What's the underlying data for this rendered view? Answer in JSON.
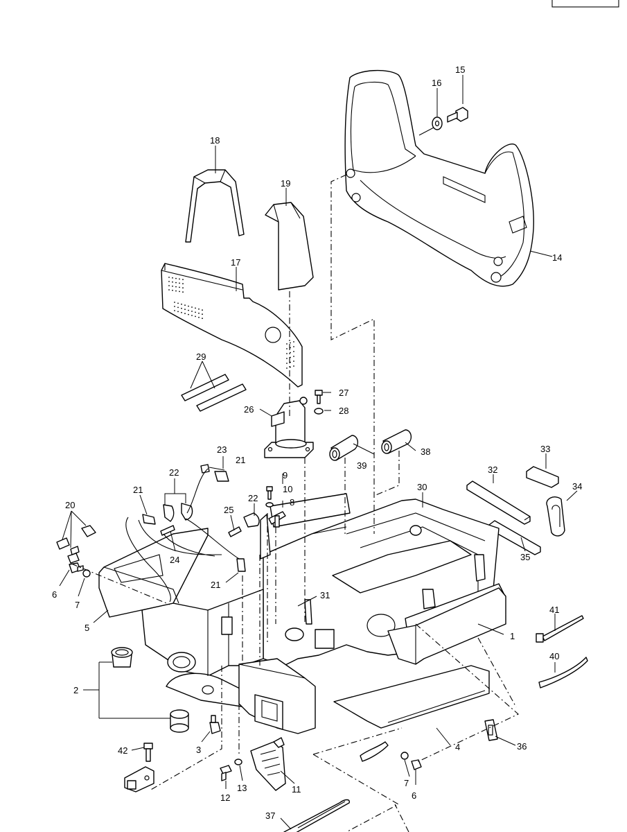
{
  "callouts": [
    "1",
    "2",
    "3",
    "4",
    "5",
    "6",
    "6",
    "7",
    "7",
    "8",
    "9",
    "10",
    "11",
    "12",
    "13",
    "14",
    "15",
    "16",
    "17",
    "18",
    "19",
    "20",
    "21",
    "21",
    "21",
    "22",
    "22",
    "23",
    "24",
    "25",
    "26",
    "27",
    "28",
    "29",
    "30",
    "31",
    "32",
    "33",
    "34",
    "35",
    "36",
    "37",
    "38",
    "39",
    "40",
    "41",
    "42"
  ],
  "colors": {
    "line": "#000000",
    "background": "#ffffff"
  }
}
